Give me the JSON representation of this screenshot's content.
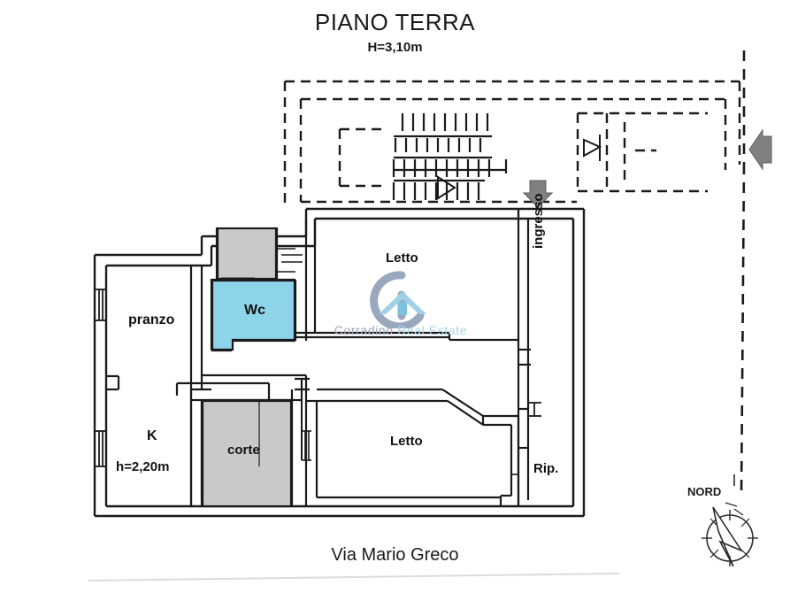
{
  "document": {
    "title": "PIANO TERRA",
    "height_note": "H=3,10m",
    "street": "Via Mario Greco",
    "compass_label": "NORD",
    "type": "floor-plan"
  },
  "rooms": [
    {
      "key": "pranzo",
      "label": "pranzo",
      "fill": "#ffffff"
    },
    {
      "key": "wc",
      "label": "Wc",
      "fill": "#8ed4e8"
    },
    {
      "key": "letto_1",
      "label": "Letto",
      "fill": "#ffffff"
    },
    {
      "key": "letto_2",
      "label": "Letto",
      "fill": "#ffffff"
    },
    {
      "key": "k",
      "label": "K",
      "fill": "#ffffff"
    },
    {
      "key": "k_height",
      "label": "h=2,20m",
      "fill": "#ffffff"
    },
    {
      "key": "corte",
      "label": "corte",
      "fill": "#c9c9c9"
    },
    {
      "key": "rip",
      "label": "Rip.",
      "fill": "#ffffff"
    },
    {
      "key": "ingresso",
      "label": "ingresso",
      "fill": "#ffffff"
    }
  ],
  "watermark": {
    "word_primary": "Corradino",
    "word_secondary": "Real Estate",
    "logo": "house-in-circle-logo",
    "color_primary": "#9aa8bd",
    "color_secondary": "#a8d4e6"
  },
  "colors": {
    "wall": "#1a1a1a",
    "courtyard_fill": "#c9c9c9",
    "bathroom_fill": "#8ed4e8",
    "arrow_fill": "#808080",
    "paper": "#ffffff"
  },
  "annotations": [
    {
      "key": "entry_arrow_down",
      "label": "entry-arrow-down",
      "direction": "down"
    },
    {
      "key": "entry_arrow_left",
      "label": "entry-arrow-left",
      "direction": "left"
    },
    {
      "key": "stairs",
      "label": "staircase"
    },
    {
      "key": "property_boundary",
      "label": "dashed-property-boundary"
    }
  ]
}
